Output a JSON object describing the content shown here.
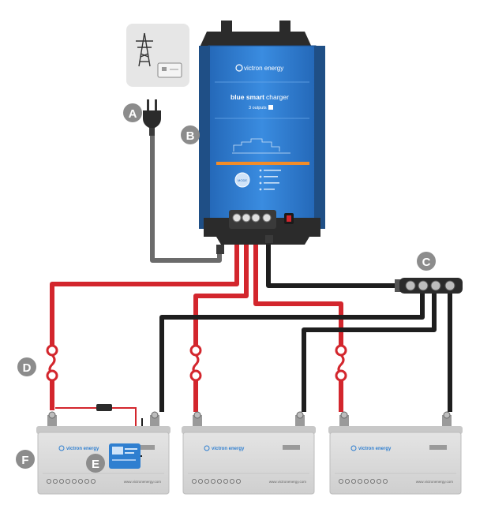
{
  "charger": {
    "brand": "victron energy",
    "product_bold": "blue smart",
    "product_light": "charger",
    "outputs": "3 outputs",
    "mode_button": "MODE"
  },
  "batteries": [
    {
      "brand": "victron energy",
      "website": "www.victronenergy.com"
    },
    {
      "brand": "victron energy",
      "website": "www.victronenergy.com"
    },
    {
      "brand": "victron energy",
      "website": "www.victronenergy.com"
    }
  ],
  "markers": {
    "A": "A",
    "B": "B",
    "C": "C",
    "D": "D",
    "E": "E",
    "F": "F"
  },
  "colors": {
    "charger_blue": "#2f7fd0",
    "positive_wire": "#d3262d",
    "negative_wire": "#1e1e1e",
    "ac_wire": "#6b6b6b",
    "marker_grey": "#8c8c8c",
    "battery_grey": "#d9d9d9"
  }
}
